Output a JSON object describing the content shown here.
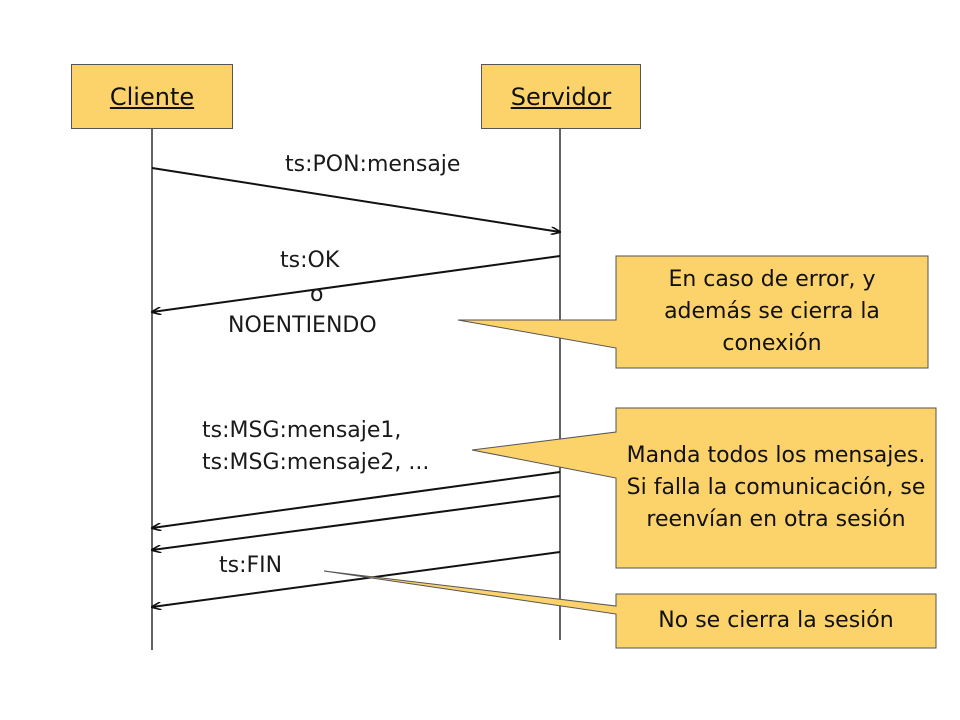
{
  "actors": {
    "client": "Cliente",
    "server": "Servidor"
  },
  "messages": {
    "pon": "ts:PON:mensaje",
    "ok_line1": "ts:OK",
    "ok_line2": "o",
    "ok_line3": "NOENTIENDO",
    "msg_line1": "ts:MSG:mensaje1,",
    "msg_line2": "ts:MSG:mensaje2, ...",
    "fin": "ts:FIN"
  },
  "notes": {
    "error": "En caso de error, y además se cierra la conexión",
    "send_all": "Manda todos los mensajes. Si falla la comunicación, se reenvían en otra sesión",
    "no_close": "No se cierra la sesión"
  },
  "colors": {
    "box_fill": "#fcd26a",
    "box_border": "#555555",
    "line": "#111111"
  }
}
